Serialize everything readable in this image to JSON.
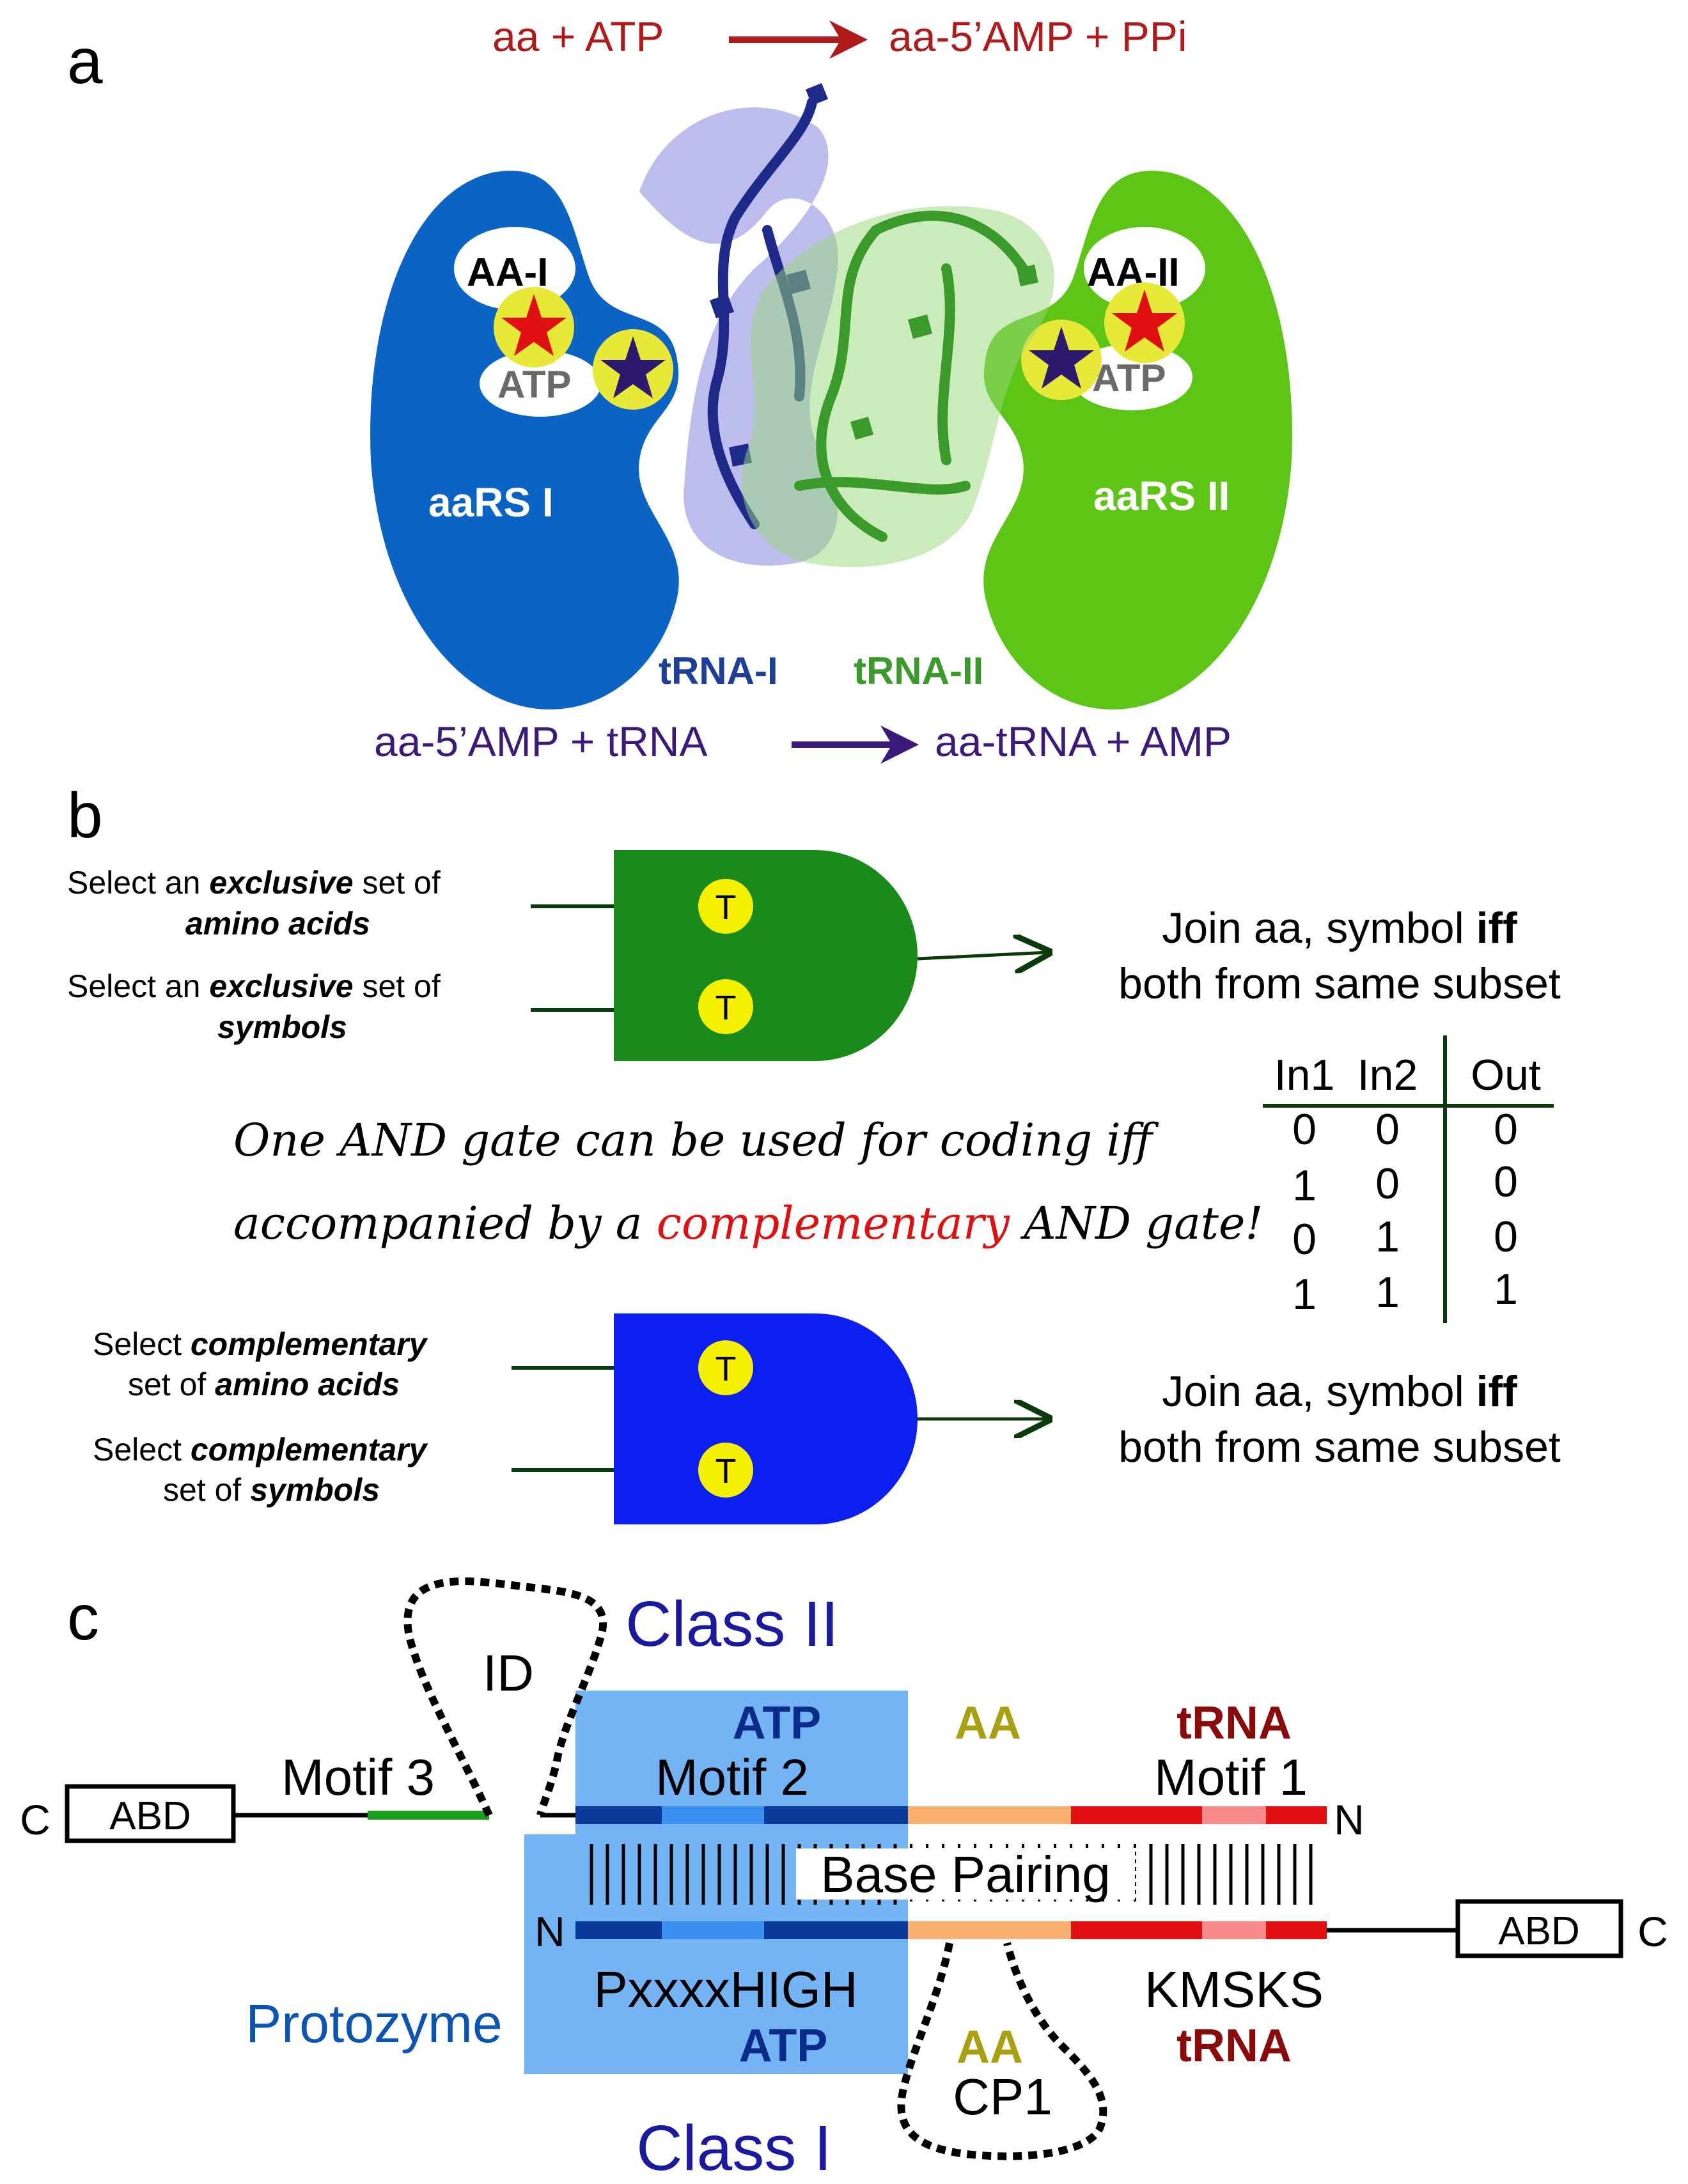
{
  "panel_a": {
    "label": "a",
    "reaction_top": {
      "left": "aa + ATP",
      "right": "aa-5’AMP + PPi"
    },
    "reaction_bottom": {
      "left": "aa-5’AMP + tRNA",
      "right": "aa-tRNA + AMP"
    },
    "enzyme_1": {
      "name": "aaRS I",
      "site_aa": "AA-I",
      "site_atp": "ATP",
      "color": "#0b63c4"
    },
    "enzyme_2": {
      "name": "aaRS II",
      "site_aa": "AA-II",
      "site_atp": "ATP",
      "color": "#5cc516"
    },
    "trna_1": {
      "label": "tRNA-I",
      "color": "#1d3f9a"
    },
    "trna_2": {
      "label": "tRNA-II",
      "color": "#3a9a2a"
    },
    "colors": {
      "reaction_top": "#b01a1a",
      "reaction_bottom": "#3b1a7a",
      "star_aa": "#e01010",
      "star_trna": "#2b1a6e",
      "highlight": "#e8e838"
    }
  },
  "panel_b": {
    "label": "b",
    "gate_1": {
      "input_1": {
        "pre": "Select an ",
        "em": "exclusive",
        "post": " set of",
        "line2_em": "amino acids",
        "line2_post": ""
      },
      "input_2": {
        "pre": "Select an ",
        "em": "exclusive",
        "post": " set of",
        "line2_em": "symbols",
        "line2_post": ""
      },
      "transistor": "T",
      "output": {
        "line1_pre": "Join aa, symbol ",
        "line1_bold": "iff",
        "line2": "both from same subset"
      },
      "color": "#1a8a1a"
    },
    "gate_2": {
      "input_1": {
        "line1_pre": "Select ",
        "line1_em": "complementary",
        "line2_pre": "set of ",
        "line2_em": "amino acids"
      },
      "input_2": {
        "line1_pre": "Select ",
        "line1_em": "complementary",
        "line2_pre": "set of ",
        "line2_em": "symbols"
      },
      "transistor": "T",
      "output": {
        "line1_pre": "Join aa, symbol ",
        "line1_bold": "iff",
        "line2": "both from same subset"
      },
      "color": "#0a1ff0"
    },
    "statement": {
      "line1": "One AND gate can be used for coding iff",
      "line2_pre": "accompanied by a ",
      "line2_red": "complementary",
      "line2_post": " AND gate!"
    },
    "truth_table": {
      "headers": [
        "In1",
        "In2",
        "Out"
      ],
      "rows": [
        [
          "0",
          "0",
          "0"
        ],
        [
          "1",
          "0",
          "0"
        ],
        [
          "0",
          "1",
          "0"
        ],
        [
          "1",
          "1",
          "1"
        ]
      ]
    }
  },
  "panel_c": {
    "label": "c",
    "class_2": "Class II",
    "class_1": "Class I",
    "protozyme": "Protozyme",
    "base_pairing": "Base Pairing",
    "top_strand": {
      "c_end": "C",
      "n_end": "N",
      "abd": "ABD",
      "loop": "ID",
      "motif_3": "Motif 3",
      "motif_2": "Motif 2",
      "motif_1": "Motif 1",
      "atp": "ATP",
      "aa": "AA",
      "trna": "tRNA"
    },
    "bottom_strand": {
      "n_end": "N",
      "c_end": "C",
      "abd": "ABD",
      "loop": "CP1",
      "pxxxxhigh": "PxxxxHIGH",
      "kmsks": "KMSKS",
      "atp": "ATP",
      "aa": "AA",
      "trna": "tRNA"
    },
    "colors": {
      "class_text": "#1a1aa0",
      "atp": "#0a2b8a",
      "aa": "#a8a010",
      "trna": "#8a0a0a",
      "protozyme_box": "#74b4f4",
      "protozyme_text": "#0a55b4",
      "motif3": "#1aa01a"
    }
  }
}
